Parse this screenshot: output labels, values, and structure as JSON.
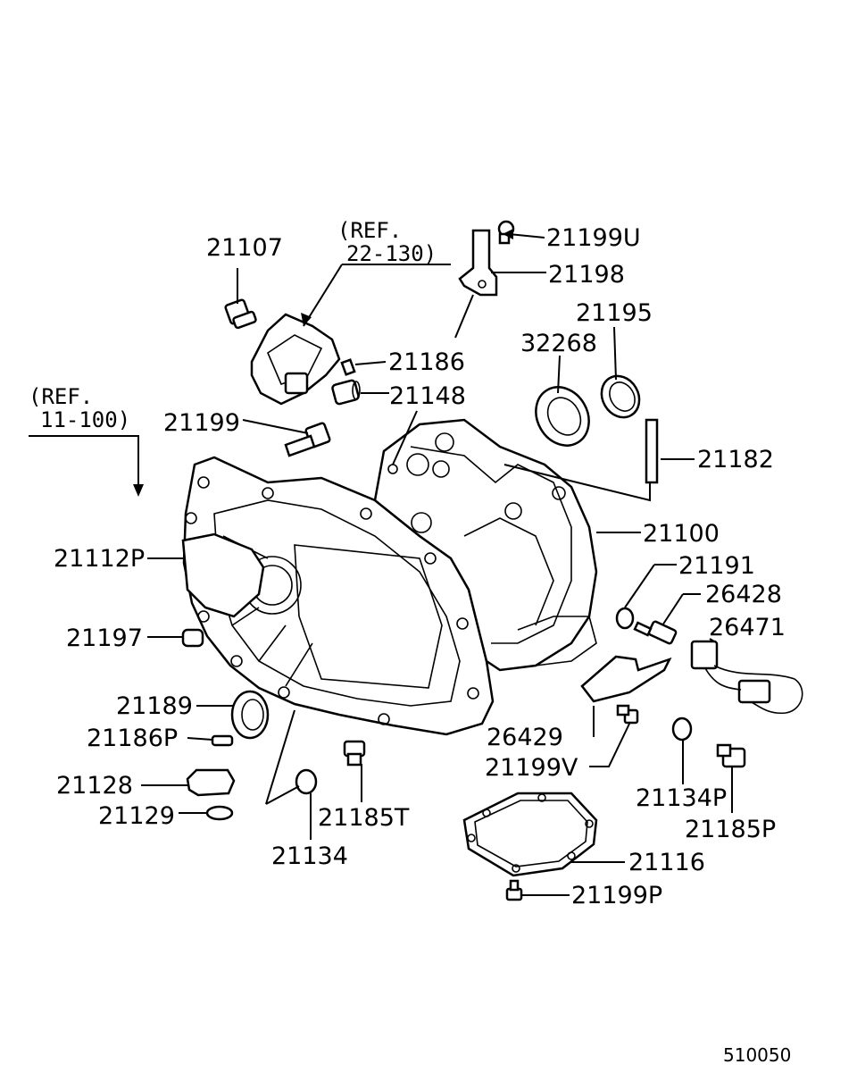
{
  "diagram": {
    "refs": {
      "ref_22_130_line1": "(REF.",
      "ref_22_130_line2": "22-130)",
      "ref_11_100_line1": "(REF.",
      "ref_11_100_line2": "11-100)"
    },
    "parts": {
      "p21107": "21107",
      "p21199U": "21199U",
      "p21198": "21198",
      "p21195": "21195",
      "p32268": "32268",
      "p21186": "21186",
      "p21148": "21148",
      "p21199": "21199",
      "p21182": "21182",
      "p21100": "21100",
      "p21112P": "21112P",
      "p21191": "21191",
      "p26428": "26428",
      "p26471": "26471",
      "p21197": "21197",
      "p21189": "21189",
      "p21186P": "21186P",
      "p26429": "26429",
      "p21199V": "21199V",
      "p21128": "21128",
      "p21134P": "21134P",
      "p21129": "21129",
      "p21185T": "21185T",
      "p21185P": "21185P",
      "p21134": "21134",
      "p21116": "21116",
      "p21199P": "21199P"
    },
    "diagram_code": "510050"
  }
}
